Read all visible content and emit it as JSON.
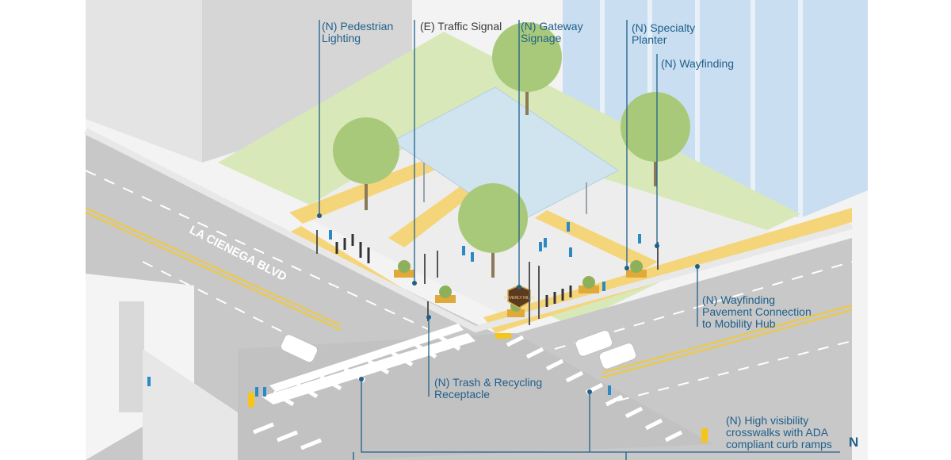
{
  "street_name": "LA CIENEGA BLVD",
  "sign_text": "BEVERLY HILLS",
  "north_label": "N",
  "callouts": {
    "ped_lighting": [
      "(N) Pedestrian",
      "Lighting"
    ],
    "traffic_signal": [
      "(E) Traffic Signal"
    ],
    "gateway": [
      "(N) Gateway",
      "Signage"
    ],
    "planter": [
      "(N) Specialty",
      "Planter"
    ],
    "wayfinding": [
      "(N) Wayfinding"
    ],
    "pavement": [
      "(N) Wayfinding",
      "Pavement Connection",
      "to Mobility Hub"
    ],
    "trash": [
      "(N) Trash & Recycling",
      "Receptacle"
    ],
    "crosswalks": [
      "(N) High visibility",
      "crosswalks with ADA",
      "compliant curb ramps"
    ]
  },
  "colors": {
    "road": "#c8c8c8",
    "sidewalk": "#ededed",
    "lawn": "#d8e8b8",
    "canopy": "#cfe4ef",
    "building_glass": "#c9def0",
    "tree": "#a9c97a",
    "yellow_band": "#f5d57a",
    "leader": "#1f5f8b",
    "label_blue": "#1f5f8b"
  }
}
